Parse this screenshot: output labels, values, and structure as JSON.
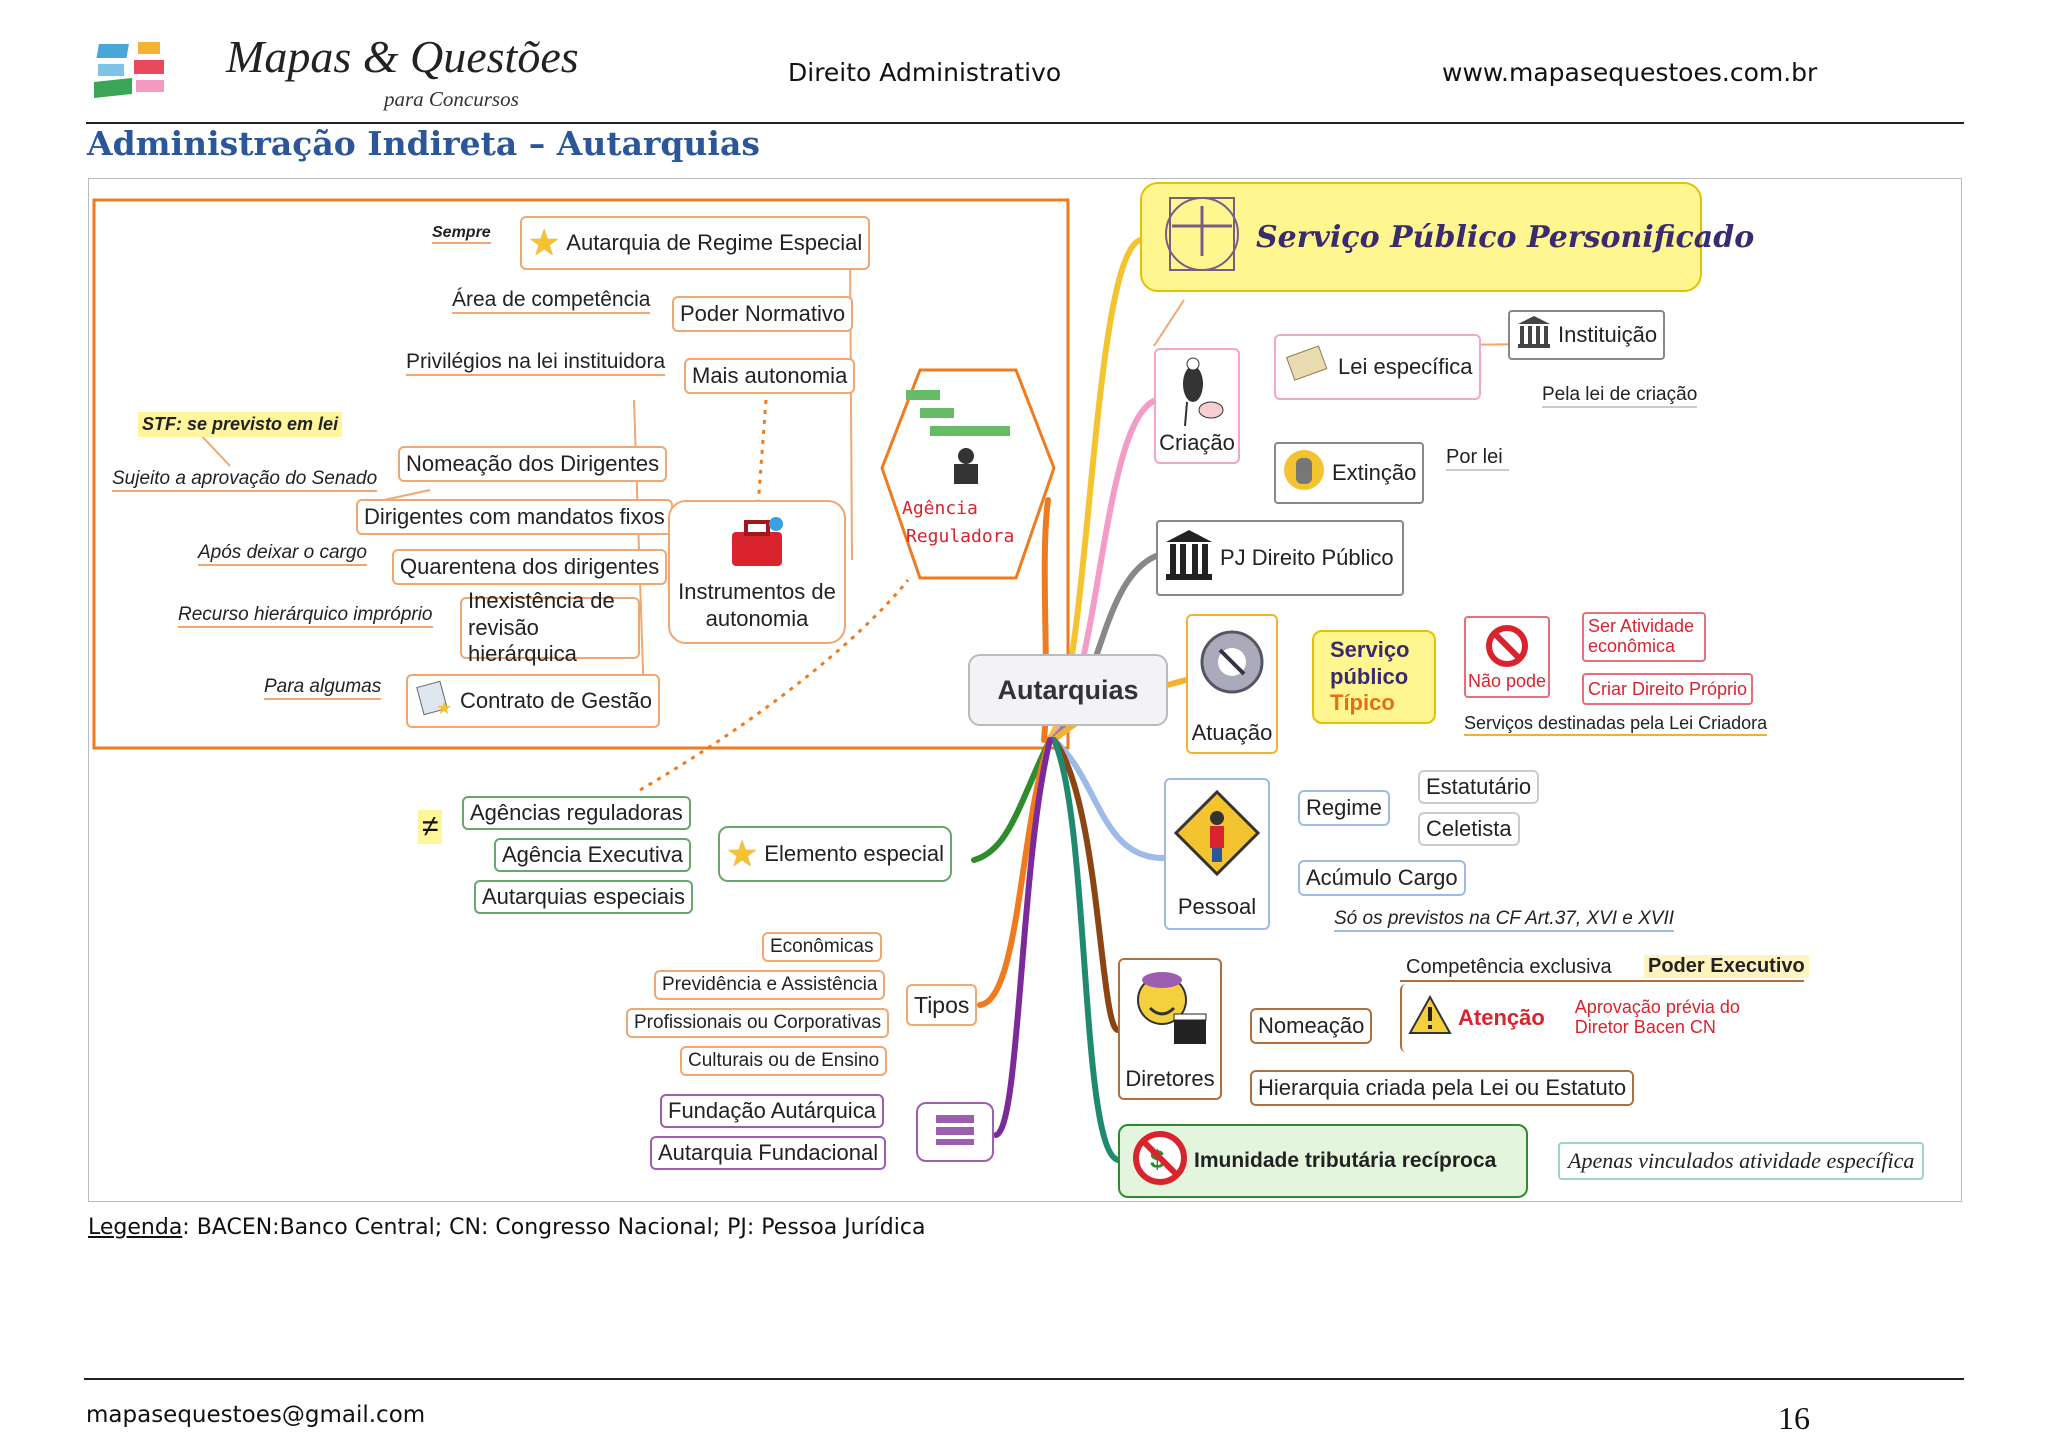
{
  "header": {
    "logo_title": "Mapas & Questões",
    "logo_subtitle": "para Concursos",
    "subject": "Direito Administrativo",
    "website": "www.mapasequestoes.com.br"
  },
  "page_title": "Administração Indireta – Autarquias",
  "center_node": "Autarquias",
  "top_banner": "Serviço Público Personificado",
  "left_panel": {
    "agencia_label1": "Agência",
    "agencia_label2": "Reguladora",
    "instrumentos": "Instrumentos de autonomia",
    "items": {
      "sempre": "Sempre",
      "regime_especial": "Autarquia de Regime Especial",
      "area_competencia": "Área de competência",
      "poder_normativo": "Poder Normativo",
      "privilegios": "Privilégios na lei instituidora",
      "mais_autonomia": "Mais autonomia",
      "stf": "STF: se previsto em lei",
      "sujeito_senado": "Sujeito a aprovação do Senado",
      "nomeacao_dirigentes": "Nomeação dos Dirigentes",
      "mandatos_fixos": "Dirigentes com mandatos fixos",
      "apos_deixar": "Após deixar o cargo",
      "quarentena": "Quarentena dos dirigentes",
      "recurso": "Recurso hierárquico impróprio",
      "inexistencia": "Inexistência de revisão hierárquica",
      "para_algumas": "Para algumas",
      "contrato_gestao": "Contrato de Gestão"
    }
  },
  "elemento_especial": {
    "label": "Elemento especial",
    "neq": "≠",
    "items": [
      "Agências reguladoras",
      "Agência Executiva",
      "Autarquias especiais"
    ]
  },
  "tipos": {
    "label": "Tipos",
    "items": [
      "Econômicas",
      "Previdência e Assistência",
      "Profissionais ou Corporativas",
      "Culturais ou de Ensino"
    ]
  },
  "equal_group": {
    "items": [
      "Fundação Autárquica",
      "Autarquia Fundacional"
    ]
  },
  "criacao": {
    "label": "Criação",
    "lei_especifica": "Lei específica",
    "instituicao": "Instituição",
    "pela_lei": "Pela lei de criação",
    "extincao": "Extinção",
    "por_lei": "Por lei"
  },
  "pj_direito_publico": "PJ Direito Público",
  "atuacao": {
    "label": "Atuação",
    "servico_tipico": [
      "Serviço",
      "público",
      "Típico"
    ],
    "nao_pode": "Não pode",
    "ser_atividade": "Ser Atividade econômica",
    "criar_direito": "Criar Direito Próprio",
    "servicos_destinados": "Serviços destinadas pela Lei Criadora"
  },
  "pessoal": {
    "label": "Pessoal",
    "regime": "Regime",
    "estatutario": "Estatutário",
    "celetista": "Celetista",
    "acumulo": "Acúmulo Cargo",
    "so_previstos": "Só os previstos na CF Art.37, XVI e XVII"
  },
  "diretores": {
    "label": "Diretores",
    "nomeacao": "Nomeação",
    "competencia": "Competência exclusiva",
    "poder_executivo": "Poder Executivo",
    "atencao": "Atenção",
    "aprovacao": "Aprovação prévia do Diretor Bacen CN",
    "hierarquia": "Hierarquia criada pela Lei ou Estatuto"
  },
  "imunidade": {
    "label": "Imunidade tributária recíproca",
    "apenas": "Apenas vinculados atividade específica"
  },
  "legend": {
    "title": "Legenda",
    "text": ":  BACEN:Banco Central;  CN: Congresso Nacional;  PJ: Pessoa Jurídica"
  },
  "footer": {
    "email": "mapasequestoes@gmail.com",
    "page_number": "16"
  },
  "colors": {
    "title_blue": "#2b579a",
    "orange": "#f07b1f",
    "green": "#2e8b2e",
    "purple": "#7b2a9a",
    "pink": "#f49cc8",
    "blue": "#8fb3e8",
    "brown": "#8b4513",
    "teal": "#1f8a70"
  }
}
